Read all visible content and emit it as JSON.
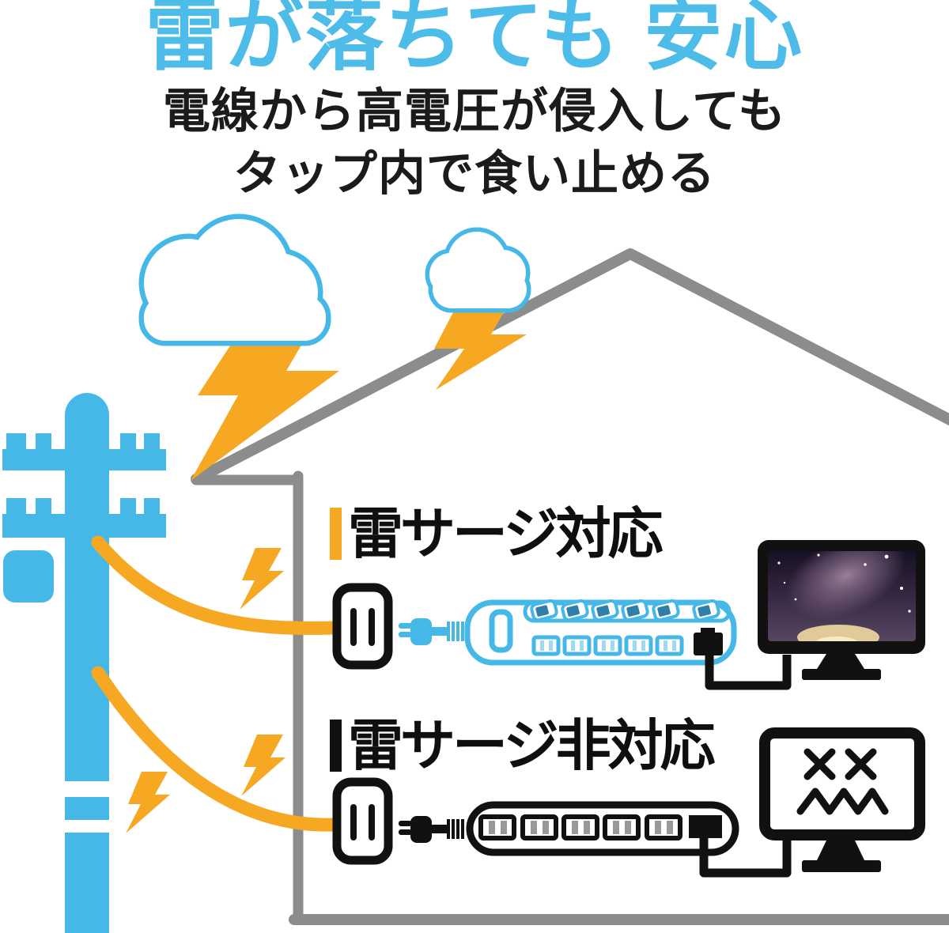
{
  "title": {
    "text": "雷が落ちても 安心",
    "color": "#4DBCE9"
  },
  "subtitle": {
    "line1": "電線から高電圧が侵入しても",
    "line2": "タップ内で食い止める"
  },
  "scenarios": {
    "protected": {
      "label": "雷サージ対応",
      "accent_color": "#F7A823",
      "monitor_state": "normal"
    },
    "unprotected": {
      "label": "雷サージ非対応",
      "accent_color": "#111111",
      "monitor_state": "broken"
    }
  },
  "colors": {
    "sky_blue": "#45B8E8",
    "title_blue": "#4DBCE9",
    "lightning_yellow": "#F7A823",
    "house_gray": "#8C8C8C",
    "ink_black": "#111111"
  },
  "icons": {
    "cloud": "storm-cloud",
    "lightning": "lightning-bolt",
    "pole": "utility-pole",
    "outlet": "wall-outlet",
    "plug": "power-plug",
    "strip": "power-strip",
    "monitor": "desktop-monitor"
  }
}
